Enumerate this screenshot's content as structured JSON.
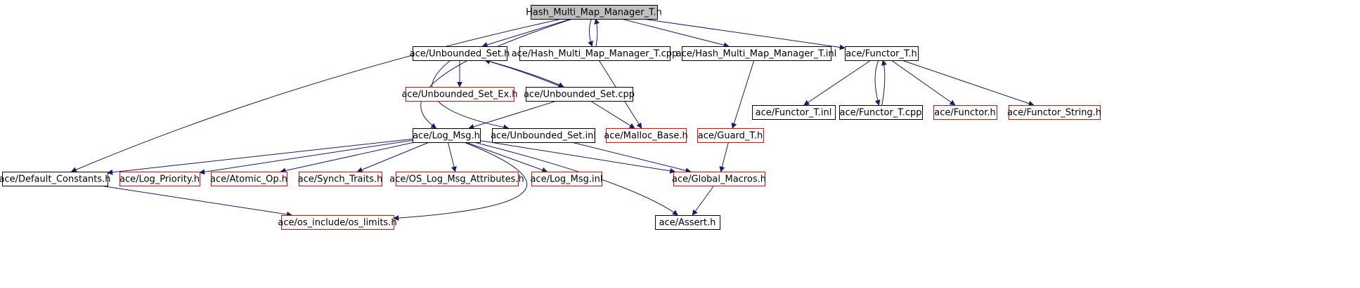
{
  "colors": {
    "edge": "#191970",
    "arrowhead": "#191970",
    "border_default": "#000000",
    "border_external": "#ff0000",
    "root_fill": "#bfbfbf",
    "node_fill": "#ffffff",
    "text": "#000000"
  },
  "nodes": [
    {
      "id": "hmm_h",
      "label": "Hash_Multi_Map_Manager_T.h",
      "kind": "root"
    },
    {
      "id": "us_h",
      "label": "ace/Unbounded_Set.h",
      "kind": "normal"
    },
    {
      "id": "hmm_cpp",
      "label": "ace/Hash_Multi_Map_Manager_T.cpp",
      "kind": "normal"
    },
    {
      "id": "hmm_inl",
      "label": "ace/Hash_Multi_Map_Manager_T.inl",
      "kind": "normal"
    },
    {
      "id": "fun_h",
      "label": "ace/Functor_T.h",
      "kind": "normal"
    },
    {
      "id": "usex_h",
      "label": "ace/Unbounded_Set_Ex.h",
      "kind": "external"
    },
    {
      "id": "us_cpp",
      "label": "ace/Unbounded_Set.cpp",
      "kind": "normal"
    },
    {
      "id": "fun_inl",
      "label": "ace/Functor_T.inl",
      "kind": "normal"
    },
    {
      "id": "fun_cpp",
      "label": "ace/Functor_T.cpp",
      "kind": "normal"
    },
    {
      "id": "functor",
      "label": "ace/Functor.h",
      "kind": "external"
    },
    {
      "id": "funstr",
      "label": "ace/Functor_String.h",
      "kind": "external"
    },
    {
      "id": "log_h",
      "label": "ace/Log_Msg.h",
      "kind": "normal"
    },
    {
      "id": "us_inl",
      "label": "ace/Unbounded_Set.inl",
      "kind": "normal"
    },
    {
      "id": "malloc",
      "label": "ace/Malloc_Base.h",
      "kind": "external"
    },
    {
      "id": "guard",
      "label": "ace/Guard_T.h",
      "kind": "external"
    },
    {
      "id": "defc",
      "label": "ace/Default_Constants.h",
      "kind": "normal"
    },
    {
      "id": "logpri",
      "label": "ace/Log_Priority.h",
      "kind": "external"
    },
    {
      "id": "atomic",
      "label": "ace/Atomic_Op.h",
      "kind": "external"
    },
    {
      "id": "synch",
      "label": "ace/Synch_Traits.h",
      "kind": "external"
    },
    {
      "id": "oslog",
      "label": "ace/OS_Log_Msg_Attributes.h",
      "kind": "external"
    },
    {
      "id": "loginl",
      "label": "ace/Log_Msg.inl",
      "kind": "external"
    },
    {
      "id": "globm",
      "label": "ace/Global_Macros.h",
      "kind": "external"
    },
    {
      "id": "oslim",
      "label": "ace/os_include/os_limits.h",
      "kind": "external"
    },
    {
      "id": "assert",
      "label": "ace/Assert.h",
      "kind": "normal"
    }
  ],
  "edges": [
    [
      "hmm_h",
      "us_h"
    ],
    [
      "hmm_h",
      "hmm_cpp"
    ],
    [
      "hmm_h",
      "hmm_inl"
    ],
    [
      "hmm_h",
      "fun_h"
    ],
    [
      "hmm_h",
      "defc"
    ],
    [
      "hmm_h",
      "log_h"
    ],
    [
      "hmm_cpp",
      "hmm_h"
    ],
    [
      "hmm_cpp",
      "malloc"
    ],
    [
      "hmm_inl",
      "guard"
    ],
    [
      "us_h",
      "usex_h"
    ],
    [
      "us_h",
      "us_cpp"
    ],
    [
      "us_h",
      "us_inl"
    ],
    [
      "us_cpp",
      "us_h"
    ],
    [
      "us_cpp",
      "log_h"
    ],
    [
      "us_cpp",
      "malloc"
    ],
    [
      "us_inl",
      "globm"
    ],
    [
      "fun_h",
      "fun_inl"
    ],
    [
      "fun_h",
      "fun_cpp"
    ],
    [
      "fun_h",
      "functor"
    ],
    [
      "fun_h",
      "funstr"
    ],
    [
      "fun_cpp",
      "fun_h"
    ],
    [
      "guard",
      "globm"
    ],
    [
      "log_h",
      "defc"
    ],
    [
      "log_h",
      "logpri"
    ],
    [
      "log_h",
      "atomic"
    ],
    [
      "log_h",
      "synch"
    ],
    [
      "log_h",
      "oslog"
    ],
    [
      "log_h",
      "loginl"
    ],
    [
      "log_h",
      "globm"
    ],
    [
      "log_h",
      "assert"
    ],
    [
      "log_h",
      "oslim"
    ],
    [
      "defc",
      "oslim"
    ],
    [
      "globm",
      "assert"
    ]
  ]
}
